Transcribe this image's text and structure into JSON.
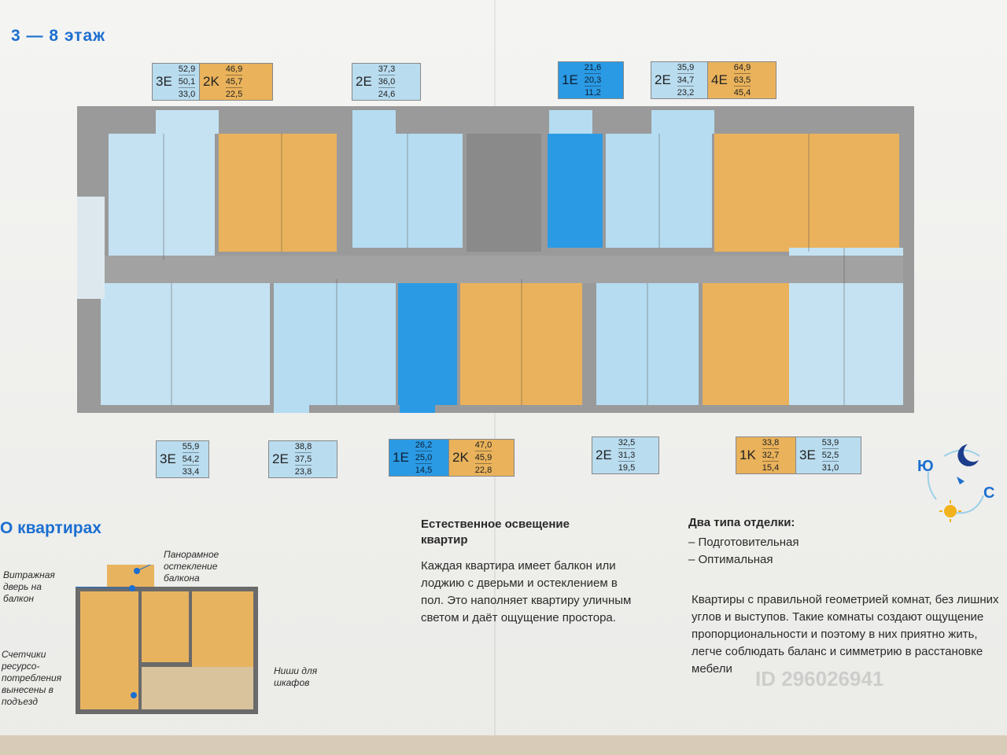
{
  "floor_title": "3 — 8 этаж",
  "apartments_top": [
    {
      "code": "3E",
      "areas": [
        "52,9",
        "50,1",
        "33,0"
      ],
      "color": "#b9dcef"
    },
    {
      "code": "2K",
      "areas": [
        "46,9",
        "45,7",
        "22,5"
      ],
      "color": "#e9b25b"
    },
    {
      "code": "2E",
      "areas": [
        "37,3",
        "36,0",
        "24,6"
      ],
      "color": "#b9dcef"
    },
    {
      "code": "1E",
      "areas": [
        "21,6",
        "20,3",
        "11,2"
      ],
      "color": "#2b9ae4"
    },
    {
      "code": "2E",
      "areas": [
        "35,9",
        "34,7",
        "23,2"
      ],
      "color": "#b9dcef"
    },
    {
      "code": "4E",
      "areas": [
        "64,9",
        "63,5",
        "45,4"
      ],
      "color": "#e9b25b"
    }
  ],
  "apartments_bottom": [
    {
      "code": "3E",
      "areas": [
        "55,9",
        "54,2",
        "33,4"
      ],
      "color": "#b9dcef"
    },
    {
      "code": "2E",
      "areas": [
        "38,8",
        "37,5",
        "23,8"
      ],
      "color": "#b9dcef"
    },
    {
      "code": "1E",
      "areas": [
        "26,2",
        "25,0",
        "14,5"
      ],
      "color": "#2b9ae4"
    },
    {
      "code": "2K",
      "areas": [
        "47,0",
        "45,9",
        "22,8"
      ],
      "color": "#e9b25b"
    },
    {
      "code": "2E",
      "areas": [
        "32,5",
        "31,3",
        "19,5"
      ],
      "color": "#b9dcef"
    },
    {
      "code": "1K",
      "areas": [
        "33,8",
        "32,7",
        "15,4"
      ],
      "color": "#e9b25b"
    },
    {
      "code": "3E",
      "areas": [
        "53,9",
        "52,5",
        "31,0"
      ],
      "color": "#b9dcef"
    }
  ],
  "about": {
    "title": "О квартирах",
    "callouts": {
      "stained_glass": "Витражная дверь на балкон",
      "panoramic": "Панорамное остекление балкона",
      "meters": "Счетчики ресурсо-потребления вынесены в подъезд",
      "niches": "Ниши для шкафов"
    }
  },
  "lighting": {
    "title": "Естественное освещение квартир",
    "text": "Каждая квартира имеет балкон или лоджию с дверьми и остеклением в пол. Это наполняет квартиру уличным светом и даёт ощущение простора."
  },
  "finishing": {
    "title": "Два типа отделки:",
    "items": [
      "– Подготовительная",
      "– Оптимальная"
    ],
    "text": "Квартиры с правильной геометрией комнат, без лишних углов и выступов. Такие комнаты создают ощущение пропорциональности и поэтому в них приятно жить, легче соблюдать баланс и симметрию в расстановке мебели"
  },
  "compass": {
    "south": "Ю",
    "north": "С"
  },
  "watermark": "ID 296026941",
  "colors": {
    "accent": "#1c6fd0",
    "light": "#b9dcef",
    "orange": "#e9b25b",
    "blue": "#2b9ae4"
  }
}
